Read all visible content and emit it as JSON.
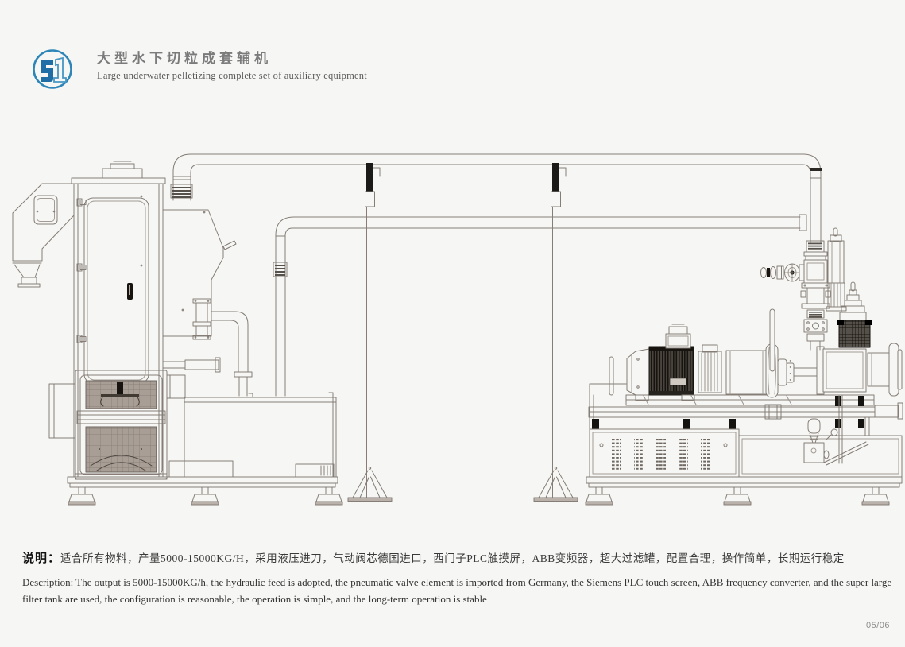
{
  "page": {
    "background": "#f6f6f4",
    "page_number": "05/06"
  },
  "header": {
    "logo": "jl-company-logo",
    "title_zh": "大型水下切粒成套辅机",
    "title_en": "Large underwater pelletizing complete set of auxiliary equipment"
  },
  "description": {
    "label_zh": "说明：",
    "text_zh": "适合所有物料，产量5000-15000KG/H，采用液压进刀，气动阀芯德国进口，西门子PLC触摸屏，ABB变频器，超大过滤罐，配置合理，操作简单，长期运行稳定",
    "text_en": "Description: The output is 5000-15000KG/h, the hydraulic feed is adopted, the pneumatic valve element is imported from Germany, the Siemens PLC touch screen, ABB frequency converter, and the super large filter tank are used, the configuration is reasonable, the operation is simple, and the long-term operation is stable"
  },
  "diagram": {
    "caption": "Technical side-view line drawing: dewatering/drying unit with cyclone separator and mesh screen tank (left), overhead pellet conveying pipes on two floor-stand supports (center), underwater pelletizer with drive motor, diverter valve stack and filter unit (right)",
    "colors": {
      "line": "#857d76",
      "dark_accent": "#17140f",
      "mesh_fill": "#a89e96",
      "logo_blue": "#2e86b8"
    }
  }
}
